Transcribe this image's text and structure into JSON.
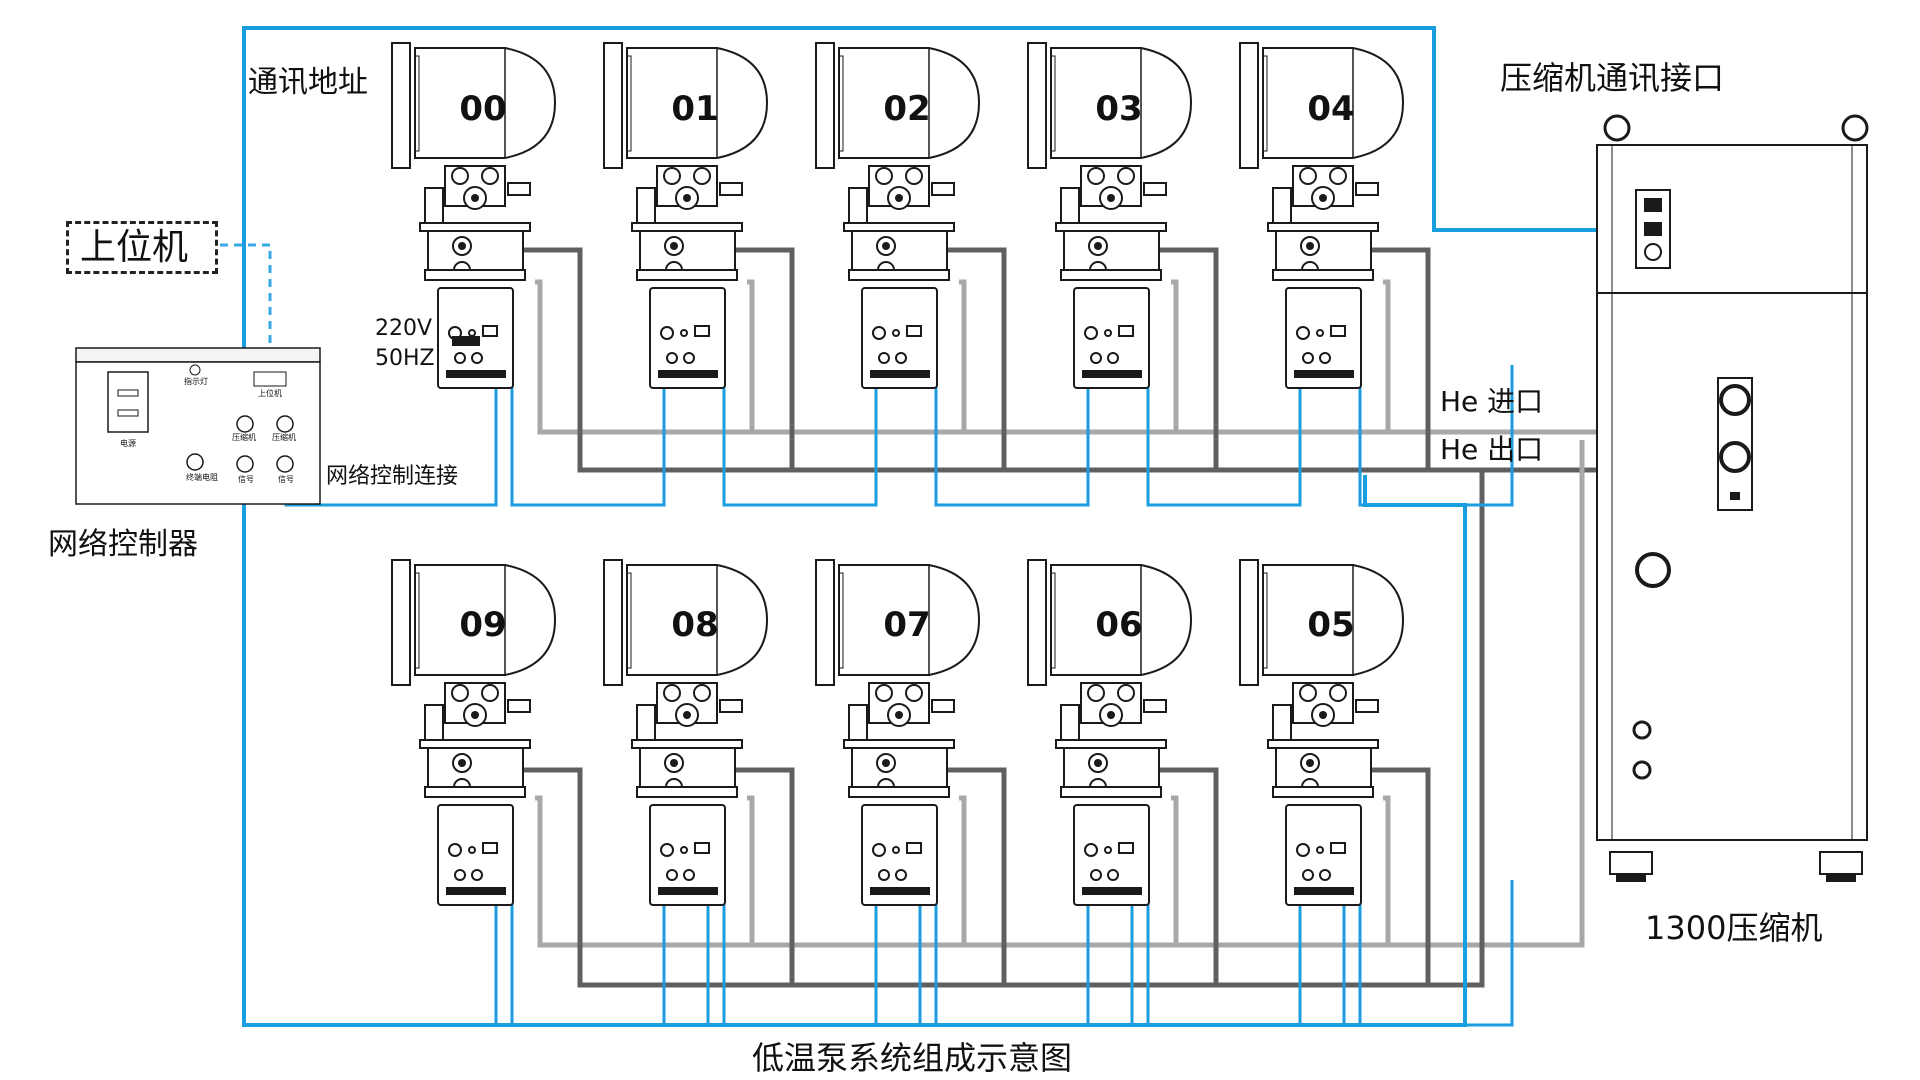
{
  "caption": "低温泵系统组成示意图",
  "labels": {
    "comm_address": "通讯地址",
    "host_computer": "上位机",
    "power_line1": "220V",
    "power_line2": "50HZ",
    "network_controller": "网络控制器",
    "network_control_link": "网络控制连接",
    "compressor_comm_port": "压缩机通讯接口",
    "he_inlet": "He 进口",
    "he_outlet": "He 出口",
    "compressor_name": "1300压缩机"
  },
  "controller_panel": {
    "indicator": "指示灯",
    "host_port": "上位机",
    "power": "电源",
    "compressor_port_1": "压缩机",
    "compressor_port_2": "压缩机",
    "terminal_resistor": "终端电阻",
    "signal_1": "信号",
    "signal_2": "信号"
  },
  "pumps_top": [
    "00",
    "01",
    "02",
    "03",
    "04"
  ],
  "pumps_bottom": [
    "09",
    "08",
    "07",
    "06",
    "05"
  ],
  "colors": {
    "comm_line": "#1a9ee0",
    "host_link": "#3aa8e8",
    "he_supply_line": "#a8a8a8",
    "he_return_line": "#606060",
    "equipment_outline": "#1a1a1a"
  }
}
